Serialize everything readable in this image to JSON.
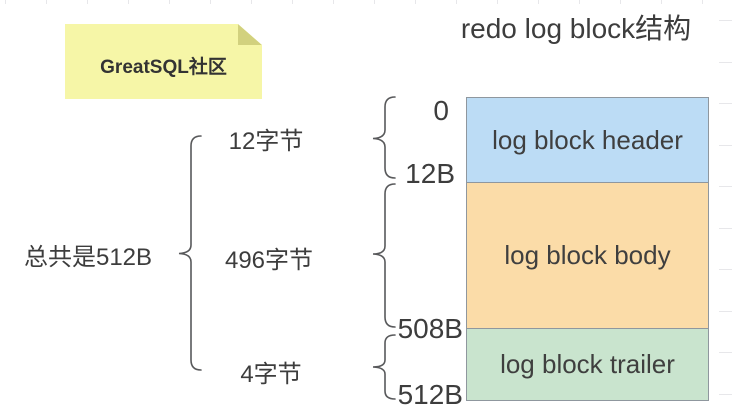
{
  "title": "redo log block结构",
  "sticky_note": {
    "label": "GreatSQL社区"
  },
  "total_size_label": "总共是512B",
  "byte_size_labels": [
    "12字节",
    "496字节",
    "4字节"
  ],
  "offset_labels": [
    "0",
    "12B",
    "508B",
    "512B"
  ],
  "blocks": [
    {
      "label": "log block header",
      "fill": "#bcdcf5"
    },
    {
      "label": "log block body",
      "fill": "#fbdca8"
    },
    {
      "label": "log block trailer",
      "fill": "#c9e4ce"
    }
  ],
  "colors": {
    "note_bg": "#f6f6a7",
    "note_fold": "#d2d17e",
    "block_border": "#8f979e",
    "brace_stroke": "#58595b",
    "text": "#3d3d3d"
  }
}
